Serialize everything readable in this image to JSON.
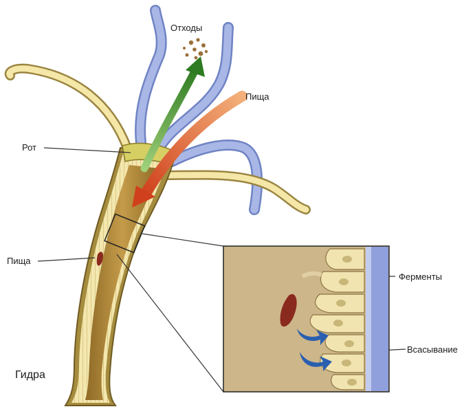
{
  "title": "Гидра",
  "labels": {
    "waste": "Отходы",
    "food_in": "Пища",
    "mouth": "Рот",
    "food_particle": "Пища",
    "enzymes": "Ферменты",
    "absorption": "Всасывание"
  },
  "colors": {
    "ectoderm": "#f2e6a6",
    "endoderm_cells": "#f4e9b8",
    "cavity": "#b98d3a",
    "tentacle": "#8e9fd6",
    "food_arrow": "#e0642a",
    "waste_arrow": "#3f8a2c",
    "absorb_arrow": "#2a5fb0",
    "food_particle": "#8a2a1e",
    "inset_bg": "#cdb68a",
    "mesoglea": "#8fa0dc"
  }
}
